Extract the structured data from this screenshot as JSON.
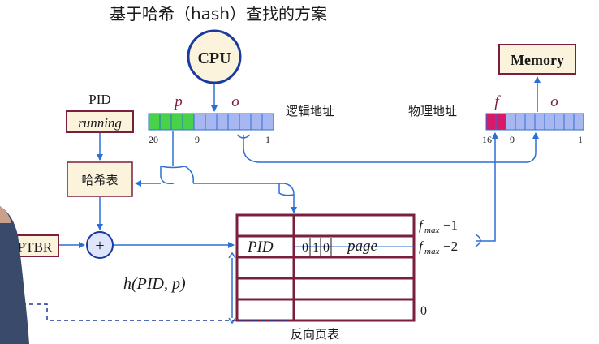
{
  "title": "基于哈希（hash）查找的方案",
  "cpu": "CPU",
  "memory": "Memory",
  "pid_label": "PID",
  "running": "running",
  "logical": {
    "label": "逻辑地址",
    "p": "p",
    "o": "o",
    "bit_left": "20",
    "bit_mid": "9",
    "bit_right": "1"
  },
  "physical": {
    "label": "物理地址",
    "f": "f",
    "o": "o",
    "bit_left": "16",
    "bit_mid": "9",
    "bit_right": "1"
  },
  "hash_table": "哈希表",
  "ptbr": "PTBR",
  "plus": "+",
  "hash_func": "h(PID, p)",
  "table": {
    "pid": "PID",
    "bits": [
      "0",
      "1",
      "0"
    ],
    "page": "page",
    "caption": "反向页表",
    "zero": "0",
    "fmax1": "f",
    "fmax1_sub": "max",
    "fmax1_suffix": "−1",
    "fmax2": "f",
    "fmax2_sub": "max",
    "fmax2_suffix": "−2"
  },
  "colors": {
    "line": "#2b6fd6",
    "cell_blue": "#a9b7f0",
    "cell_green": "#4ad14a",
    "cell_red": "#d61a6a",
    "maroon": "#7a1f3d",
    "beige": "#fbf3dc"
  }
}
